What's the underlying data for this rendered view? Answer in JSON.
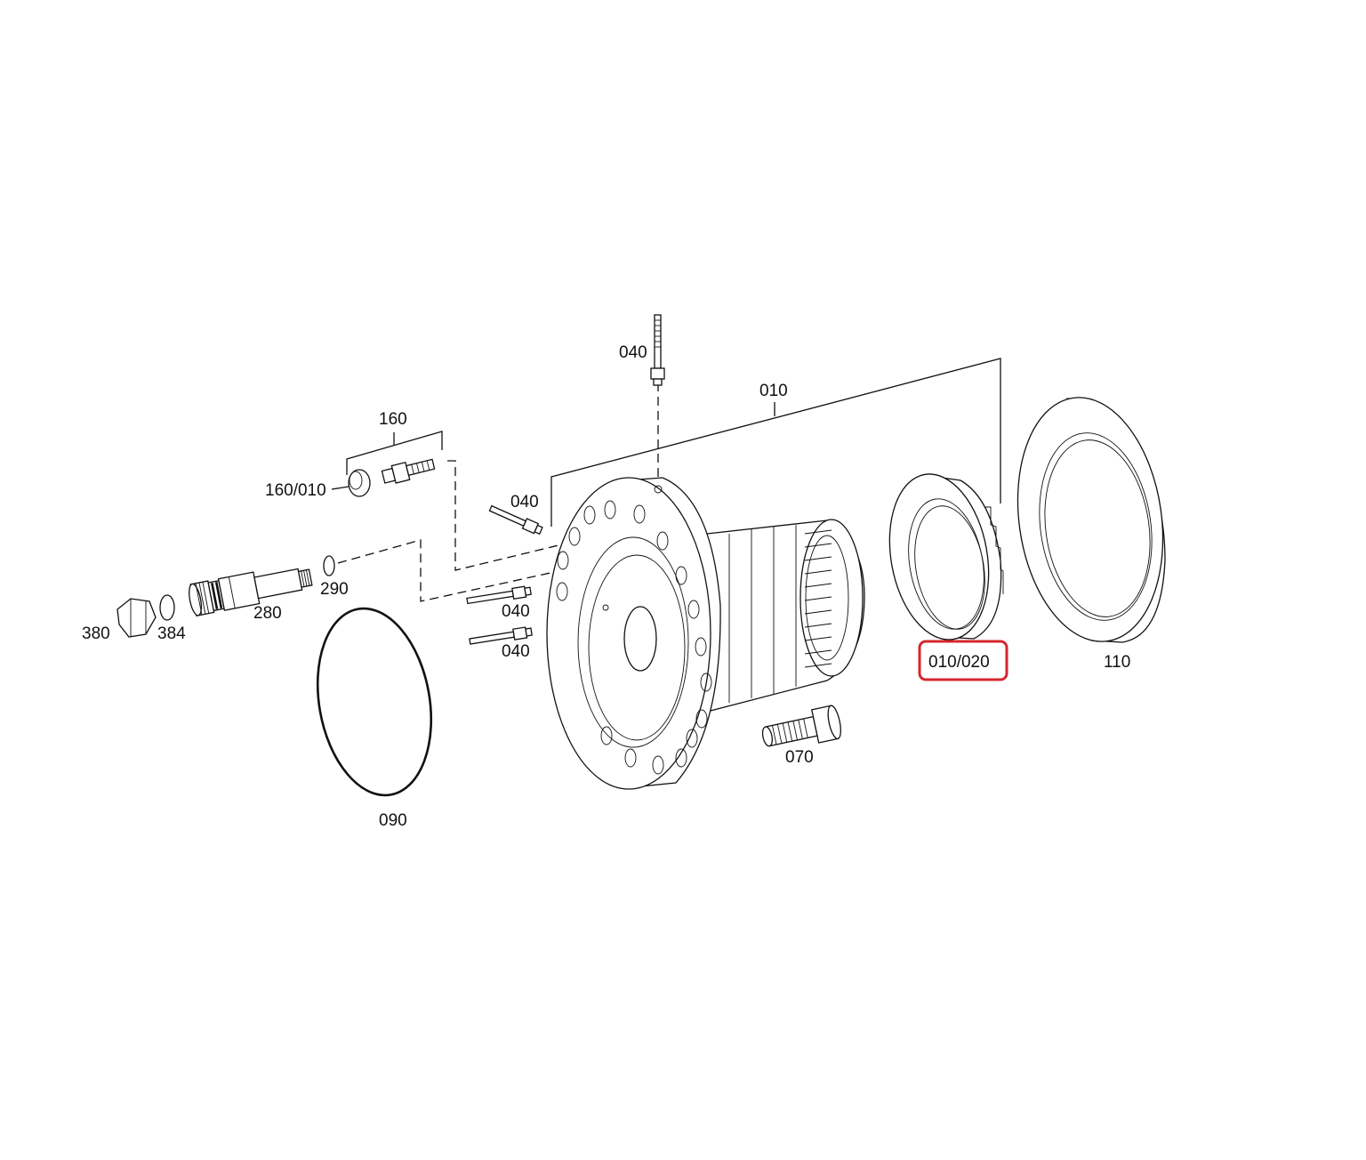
{
  "callouts": {
    "c040_top": "040",
    "c010": "010",
    "c160": "160",
    "c160_010": "160/010",
    "c040_left": "040",
    "c290": "290",
    "c280": "280",
    "c380": "380",
    "c384": "384",
    "c040_mid": "040",
    "c040_low": "040",
    "c090": "090",
    "c070": "070",
    "c010_020": "010/020",
    "c110": "110"
  },
  "highlight": {
    "target": "010/020",
    "color": "#d6262e"
  },
  "icons": [
    "hub-housing",
    "bearing-cone",
    "shim-ring",
    "o-ring",
    "bolt",
    "vent-fitting",
    "plug",
    "hex-nut",
    "valve-stem",
    "stud"
  ]
}
